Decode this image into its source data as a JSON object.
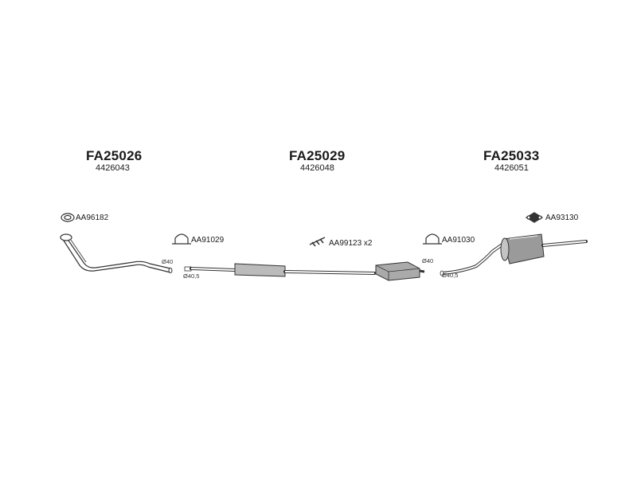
{
  "sections": [
    {
      "code": "FA25026",
      "number": "4426043"
    },
    {
      "code": "FA25029",
      "number": "4426048"
    },
    {
      "code": "FA25033",
      "number": "4426051"
    }
  ],
  "parts": [
    {
      "code": "AA96182",
      "icon": "gasket-icon"
    },
    {
      "code": "AA91029",
      "icon": "clamp-icon"
    },
    {
      "code": "AA99123 x2",
      "icon": "rubber-mount-icon"
    },
    {
      "code": "AA91030",
      "icon": "clamp-icon"
    },
    {
      "code": "AA93130",
      "icon": "hanger-icon"
    }
  ],
  "diameters": [
    "Ø40",
    "Ø40,5",
    "Ø40",
    "Ø40,5"
  ]
}
